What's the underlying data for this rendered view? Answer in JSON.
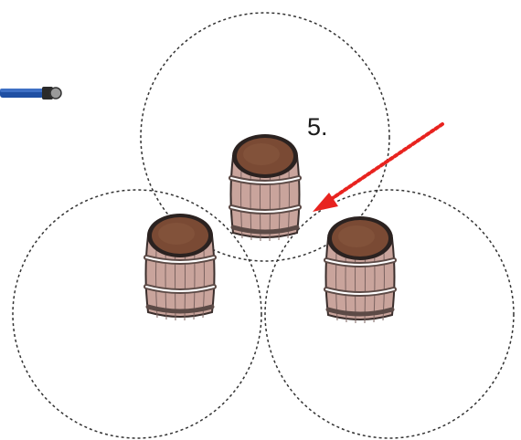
{
  "diagram": {
    "step_label": "5.",
    "arrow_color": "#e8231f",
    "hose_color": "#1f4fa3",
    "barrel_wood_color": "#c9a49c",
    "barrel_top_color": "#7a4a34",
    "barrel_hoop_color": "#5c4a46",
    "circle_stroke_color": "#333333",
    "barrels": [
      "barrel-top",
      "barrel-left",
      "barrel-right"
    ],
    "coverage_circles": [
      "circle-top",
      "circle-left",
      "circle-right"
    ],
    "icons": [
      "hose-nozzle-icon",
      "arrow-icon",
      "barrel-icon"
    ]
  }
}
